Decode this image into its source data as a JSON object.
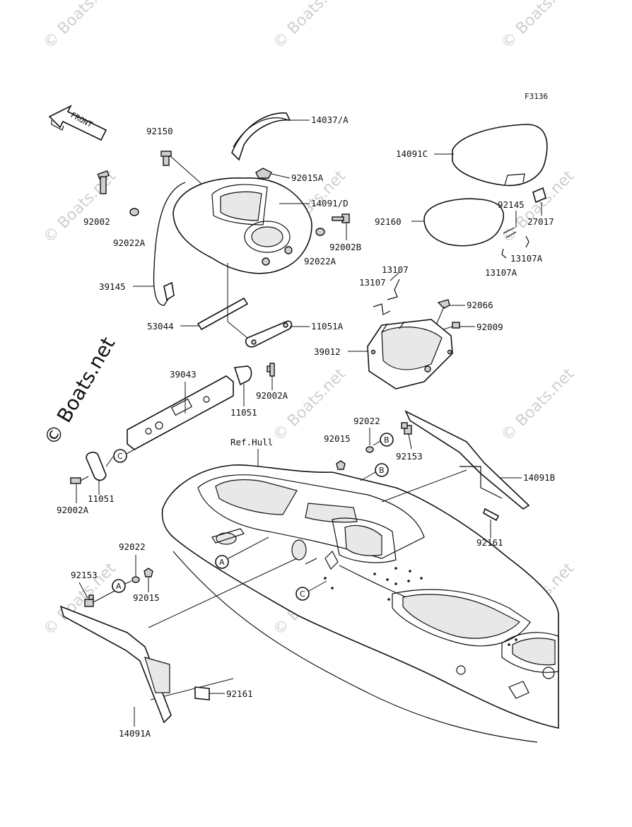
{
  "ref_code": "F3136",
  "front_arrow_label": "FRONT",
  "ref_hull_label": "Ref.Hull",
  "watermark_text": "© Boats.net",
  "parts": {
    "p14037A": "14037/A",
    "p92150": "92150",
    "p92015A": "92015A",
    "p14091D": "14091/D",
    "p92002": "92002",
    "p92022A_left": "92022A",
    "p92002B": "92002B",
    "p92022A_right": "92022A",
    "p39145": "39145",
    "p53044": "53044",
    "p11051A": "11051A",
    "p14091C": "14091C",
    "p92160": "92160",
    "p92145": "92145",
    "p27017": "27017",
    "p13107A_top": "13107A",
    "p13107A_bottom": "13107A",
    "p13107_top": "13107",
    "p13107_left": "13107",
    "p92066": "92066",
    "p92009": "92009",
    "p39012": "39012",
    "p39043": "39043",
    "p92002A_top": "92002A",
    "p11051_top": "11051",
    "p92022_mid": "92022",
    "p92015_mid": "92015",
    "p92153_mid": "92153",
    "p14091B": "14091B",
    "p92161_right": "92161",
    "p11051_left": "11051",
    "p92002A_left": "92002A",
    "p92022_low": "92022",
    "p92153_low": "92153",
    "p92015_low": "92015",
    "p92161_left": "92161",
    "p14091A": "14091A"
  },
  "callouts": {
    "A": "A",
    "B": "B",
    "C": "C"
  }
}
